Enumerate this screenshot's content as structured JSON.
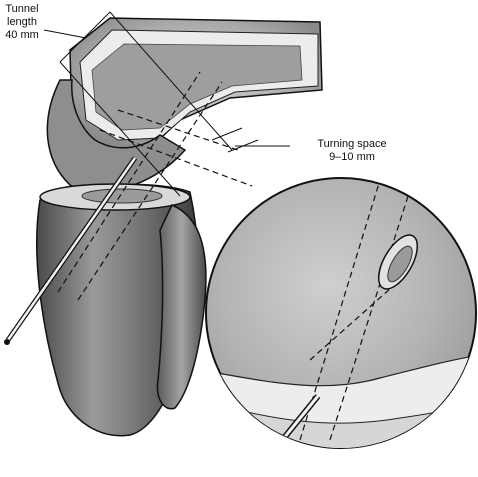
{
  "labels": {
    "tunnel_length": {
      "line1": "Tunnel",
      "line2": "length",
      "line3": "40 mm"
    },
    "turning_space": {
      "line1": "Turning space",
      "line2": "9–10 mm"
    }
  },
  "colors": {
    "ink": "#111111",
    "bone_light": "#e9e9e9",
    "bone_mid": "#bdbdbd",
    "tissue_dark": "#6e6e6e",
    "background": "#ffffff"
  }
}
